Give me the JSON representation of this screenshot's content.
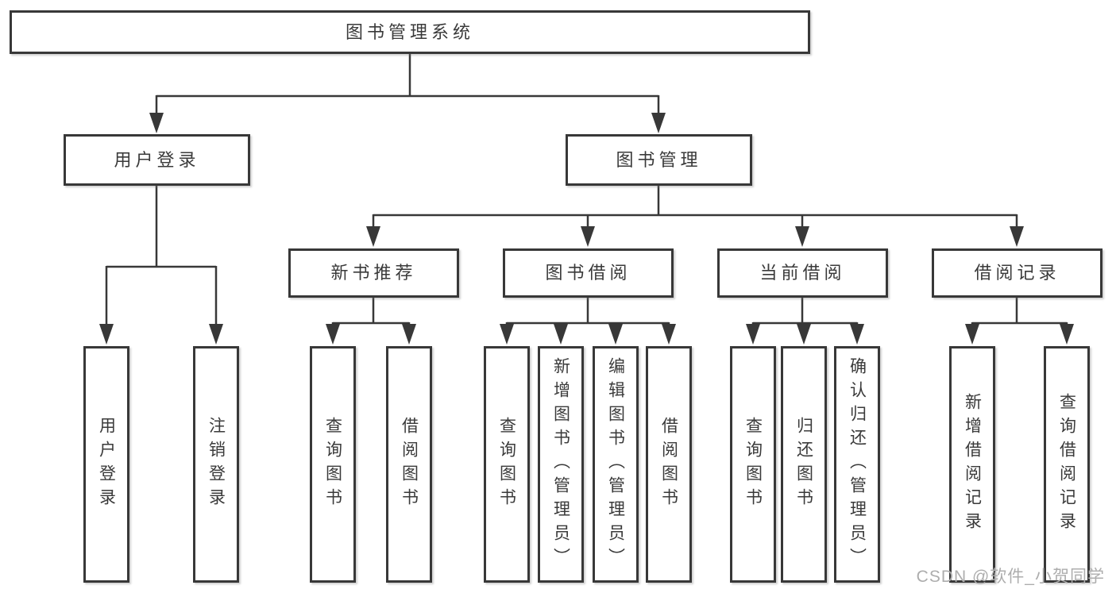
{
  "diagram": {
    "root": {
      "label": "图书管理系统",
      "children": [
        {
          "label": "用户登录",
          "children": [
            {
              "label": "用户登录"
            },
            {
              "label": "注销登录"
            }
          ]
        },
        {
          "label": "图书管理",
          "children": [
            {
              "label": "新书推荐",
              "children": [
                {
                  "label": "查询图书"
                },
                {
                  "label": "借阅图书"
                }
              ]
            },
            {
              "label": "图书借阅",
              "children": [
                {
                  "label": "查询图书"
                },
                {
                  "label": "新增图书（管理员）"
                },
                {
                  "label": "编辑图书（管理员）"
                },
                {
                  "label": "借阅图书"
                }
              ]
            },
            {
              "label": "当前借阅",
              "children": [
                {
                  "label": "查询图书"
                },
                {
                  "label": "归还图书"
                },
                {
                  "label": "确认归还（管理员）"
                }
              ]
            },
            {
              "label": "借阅记录",
              "children": [
                {
                  "label": "新增借阅记录"
                },
                {
                  "label": "查询借阅记录"
                }
              ]
            }
          ]
        }
      ]
    }
  },
  "watermark": {
    "text": "CSDN @软件_小贺同学"
  },
  "colors": {
    "line": "#383838",
    "text": "#3a3a3a",
    "box_background": "#ffffff",
    "page_background": "#ffffff",
    "watermark": "#adadad"
  }
}
